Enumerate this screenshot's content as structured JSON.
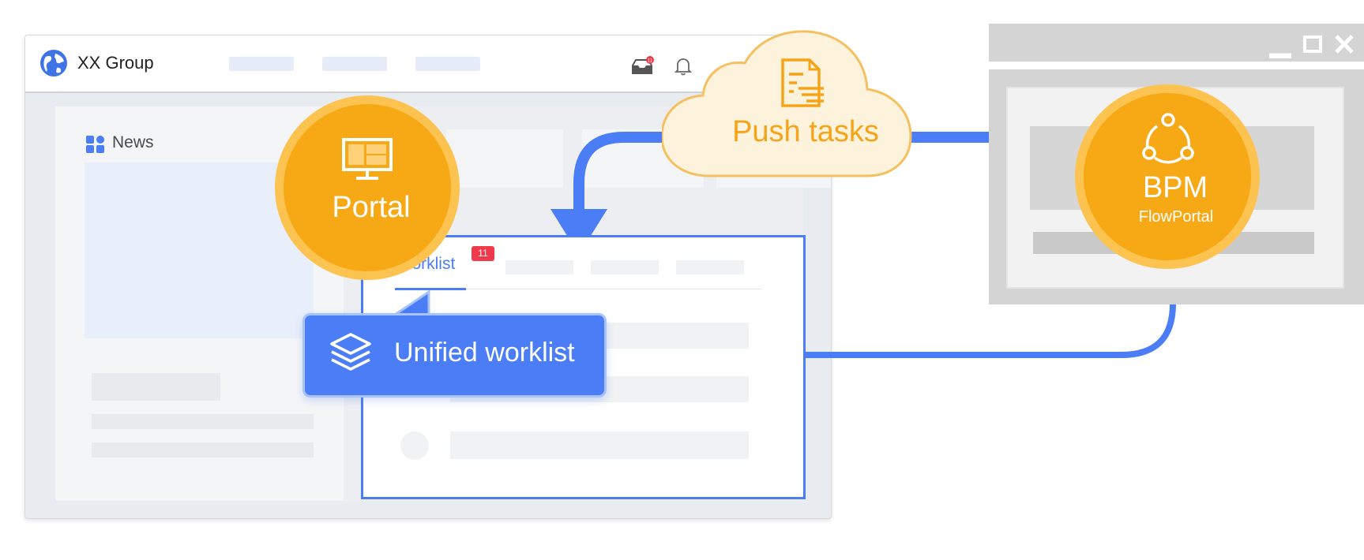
{
  "portal_window": {
    "brand": "XX Group",
    "news_label": "News",
    "inbox_badge": "11"
  },
  "worklist": {
    "tab_label": "Worklist",
    "badge_count": "11"
  },
  "portal_badge": {
    "label": "Portal"
  },
  "cloud": {
    "label": "Push tasks"
  },
  "bpm": {
    "label": "BPM",
    "sublabel": "FlowPortal"
  },
  "callout": {
    "label": "Unified worklist"
  },
  "colors": {
    "accent_blue": "#4a7df6",
    "orange": "#f7a815",
    "orange_light": "#fcc350",
    "cloud_fill": "#fdf2dc",
    "badge_red": "#ee3a4b"
  },
  "icons": [
    "globe-icon",
    "inbox-icon",
    "bell-icon",
    "grid-icon",
    "monitor-icon",
    "document-icon",
    "share-nodes-icon",
    "layers-icon",
    "minimize-icon",
    "maximize-icon",
    "close-icon"
  ]
}
